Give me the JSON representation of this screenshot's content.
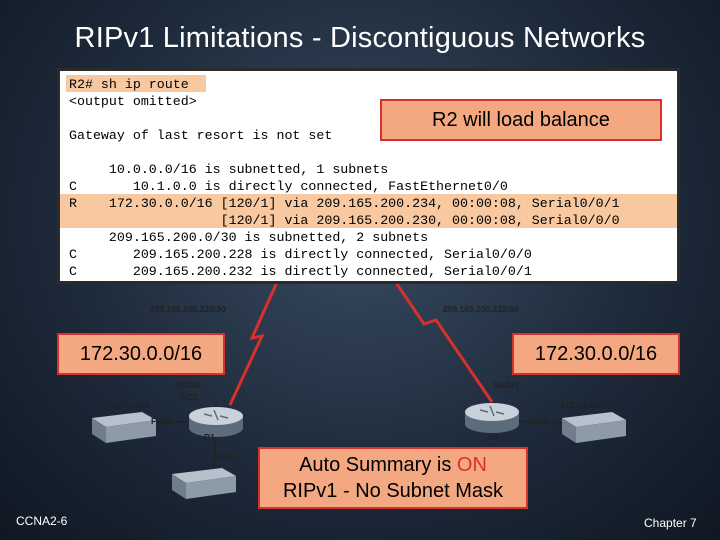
{
  "title": "RIPv1 Limitations - Discontiguous Networks",
  "terminal": {
    "lines": [
      "R2# sh ip route",
      "<output omitted>",
      "",
      "Gateway of last resort is not set",
      "",
      "     10.0.0.0/16 is subnetted, 1 subnets",
      "C       10.1.0.0 is directly connected, FastEthernet0/0",
      "R    172.30.0.0/16 [120/1] via 209.165.200.234, 00:00:08, Serial0/0/1",
      "                   [120/1] via 209.165.200.230, 00:00:08, Serial0/0/0",
      "     209.165.200.0/30 is subnetted, 2 subnets",
      "C       209.165.200.228 is directly connected, Serial0/0/0",
      "C       209.165.200.232 is directly connected, Serial0/0/1"
    ]
  },
  "callouts": {
    "load_balance": "R2 will load balance",
    "left_network": "172.30.0.0/16",
    "right_network": "172.30.0.0/16",
    "auto_summary_prefix": "Auto Summary is ",
    "auto_summary_state": "ON",
    "no_subnet_mask": "RIPv1 - No Subnet Mask"
  },
  "topology": {
    "left_link": "209.165.200.228/30",
    "right_link": "209.165.200.232/30",
    "r1": {
      "name": "R1",
      "s0": "S0/0/0",
      "dce": "DCE",
      "fa0": "Fa0/0",
      "fa1": "Fa0/1",
      "lan1": "172.30.1.0/24",
      "lan2": "172.30.2.0/24"
    },
    "r3": {
      "name": "R3",
      "s0": "S0/0/1",
      "fa0": "Fa0/0",
      "lan": "172.30.100.0/24"
    }
  },
  "footer": {
    "course": "CCNA2-6",
    "chapter": "Chapter 7"
  },
  "colors": {
    "highlight": "#f8c9a0",
    "callout_fill": "#f3a882",
    "callout_border": "#d8302a",
    "serial_link": "#d8302a"
  }
}
